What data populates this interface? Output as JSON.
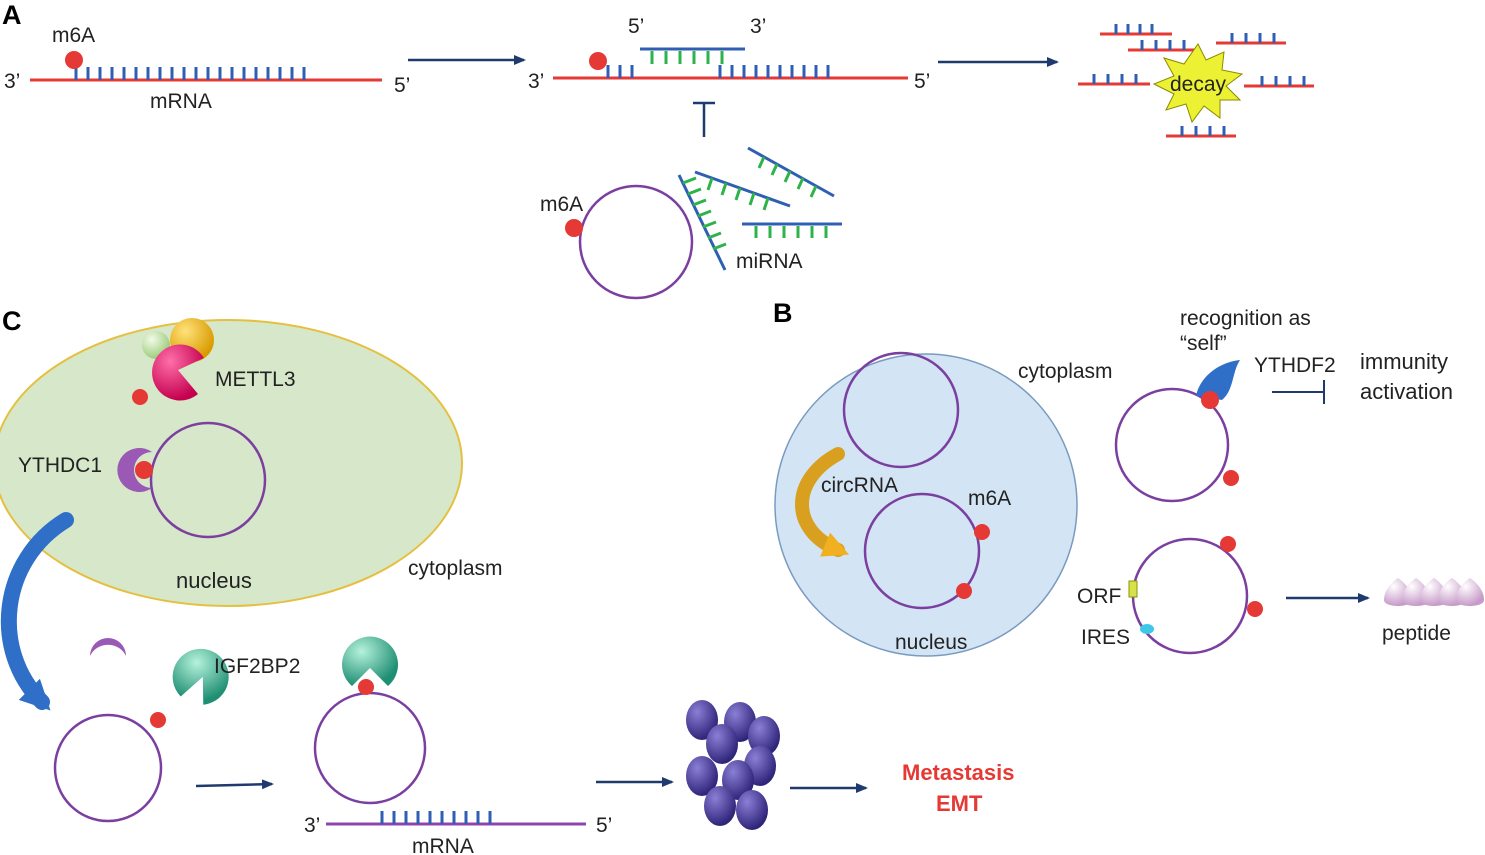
{
  "panels": {
    "a": "A",
    "b": "B",
    "c": "C"
  },
  "panel_a": {
    "m6a": "m6A",
    "mrna": "mRNA",
    "three_prime": "3’",
    "five_prime": "5’",
    "mid_five": "5’",
    "mid_three": "3’",
    "mid_left": "3’",
    "mid_right": "5’",
    "decay": "decay",
    "circ_m6a": "m6A",
    "mirna": "miRNA"
  },
  "panel_b": {
    "cytoplasm": "cytoplasm",
    "circrna": "circRNA",
    "m6a": "m6A",
    "nucleus": "nucleus",
    "recognition": "recognition as",
    "self": "“self”",
    "ythdf2": "YTHDF2",
    "immunity": "immunity",
    "activation": "activation",
    "orf": "ORF",
    "ires": "IRES",
    "peptide": "peptide"
  },
  "panel_c": {
    "mettl3": "METTL3",
    "ythdc1": "YTHDC1",
    "nucleus": "nucleus",
    "cytoplasm": "cytoplasm",
    "igf2bp2": "IGF2BP2",
    "three_prime": "3’",
    "five_prime": "5’",
    "mrna": "mRNA",
    "metastasis": "Metastasis",
    "emt": "EMT"
  },
  "colors": {
    "mrna_strand": "#e53935",
    "mirna_strand": "#2f5fb3",
    "mirna_teeth": "#2db34a",
    "circrna": "#7b3fa0",
    "m6a": "#e53935",
    "nucleus_fill": "#d6e8c9",
    "cytoplasm_fill": "#d3e4f5",
    "arrow": "#1f3a6e",
    "text_red": "#e53935"
  }
}
